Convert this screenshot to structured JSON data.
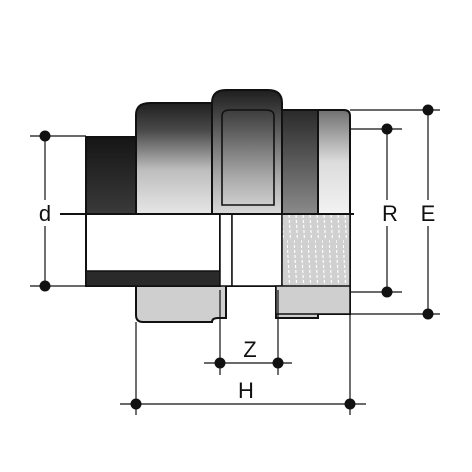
{
  "drawing": {
    "dimensions": {
      "d": "d",
      "R": "R",
      "E": "E",
      "Z": "Z",
      "H": "H"
    }
  },
  "colors": {
    "body_dark": "#2b2b2b",
    "body_mid": "#6a6a6a",
    "body_light": "#d6d6d6",
    "section_fill": "#c8c8c8",
    "white": "#ffffff",
    "line": "#111111"
  }
}
